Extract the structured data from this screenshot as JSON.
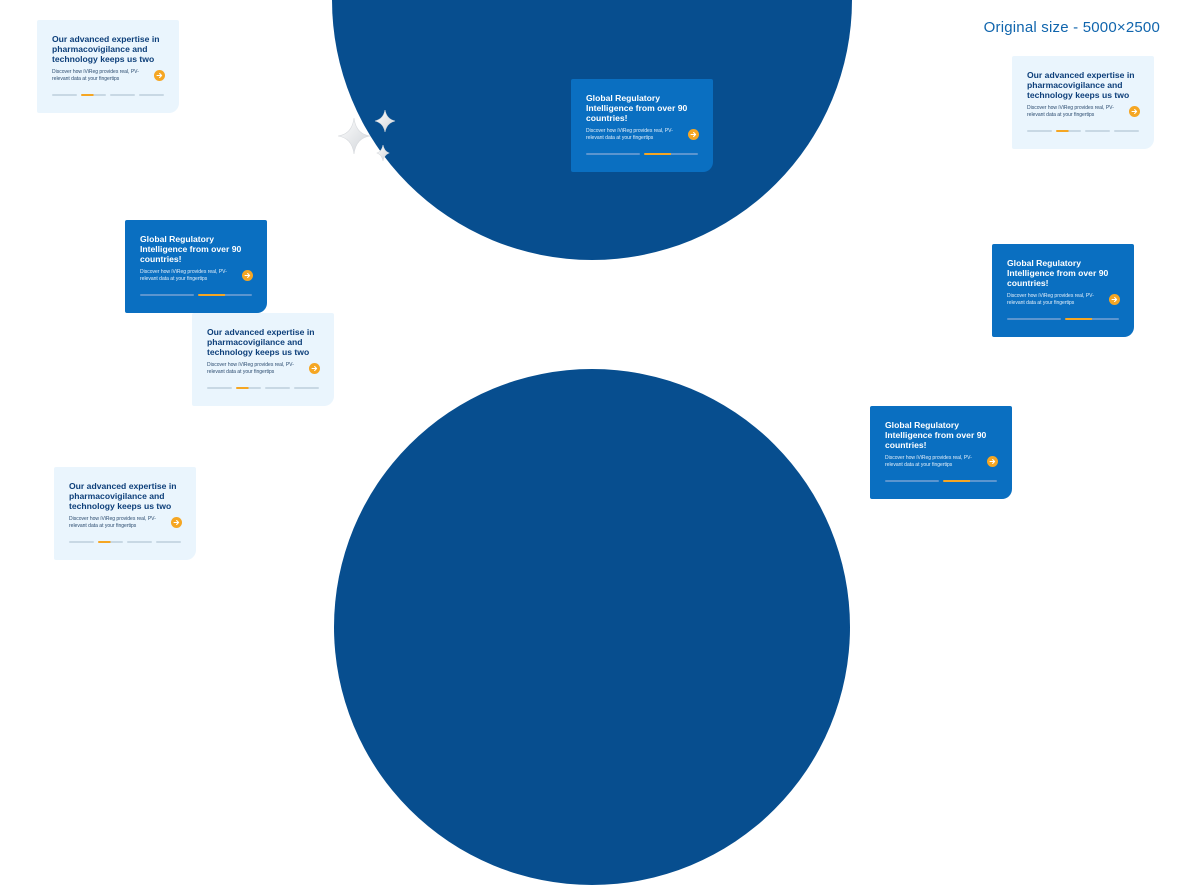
{
  "colors": {
    "navy": "#074e8f",
    "card_dark": "#0a6fc1",
    "card_light": "#eaf5fd",
    "accent_orange": "#f5a623",
    "label_blue": "#1065ad",
    "progress_dark_track": "#5b95cf",
    "progress_light_track": "#c8d8e4"
  },
  "size_label": "Original size - 5000×2500",
  "cards": {
    "pv": {
      "title": "Our advanced expertise in pharmacovigilance and technology keeps us two",
      "description": "Discover how iViReg provides real, PV-relevant data at your fingertips",
      "icon": "arrow-right-icon"
    },
    "reg": {
      "title": "Global Regulatory Intelligence from over 90 countries!",
      "description": "Discover how iViReg provides real, PV-relevant data at your fingertips",
      "icon": "arrow-right-icon"
    }
  },
  "decoration": {
    "icon": "sparkle-stars-icon"
  }
}
